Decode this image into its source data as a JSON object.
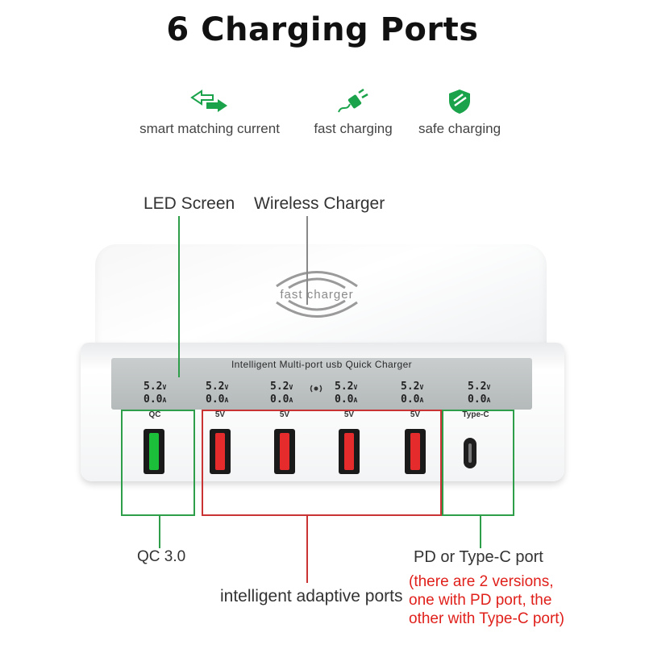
{
  "title": "6 Charging Ports",
  "features": [
    {
      "icon": "arrows-exchange-icon",
      "label": "smart matching current"
    },
    {
      "icon": "plug-icon",
      "label": "fast charging"
    },
    {
      "icon": "shield-icon",
      "label": "safe charging"
    }
  ],
  "callouts": {
    "led_screen": "LED Screen",
    "wireless_charger": "Wireless Charger",
    "qc": "QC 3.0",
    "adaptive": "intelligent adaptive ports",
    "pd_typec": "PD or Type-C port",
    "note_lines": [
      "(there are 2 versions,",
      "one with PD port, the",
      "other with Type-C port)"
    ]
  },
  "device": {
    "wireless_text": "fast charger",
    "panel_title": "Intelligent Multi-port usb Quick Charger",
    "readouts": [
      {
        "v": "5.2",
        "a": "0.0"
      },
      {
        "v": "5.2",
        "a": "0.0"
      },
      {
        "v": "5.2",
        "a": "0.0"
      },
      {
        "v": "5.2",
        "a": "0.0"
      },
      {
        "v": "5.2",
        "a": "0.0"
      },
      {
        "v": "5.2",
        "a": "0.0"
      }
    ],
    "unit_v": "V",
    "unit_a": "A",
    "port_labels": [
      "QC",
      "5V",
      "5V",
      "5V",
      "5V",
      "Type-C"
    ]
  },
  "colors": {
    "accent_green": "#1aa34a",
    "box_green": "#2e9e4b",
    "box_red": "#c93333",
    "note_red": "#e0201b",
    "port_green": "#1bbf3a",
    "port_red": "#e52b2b"
  }
}
